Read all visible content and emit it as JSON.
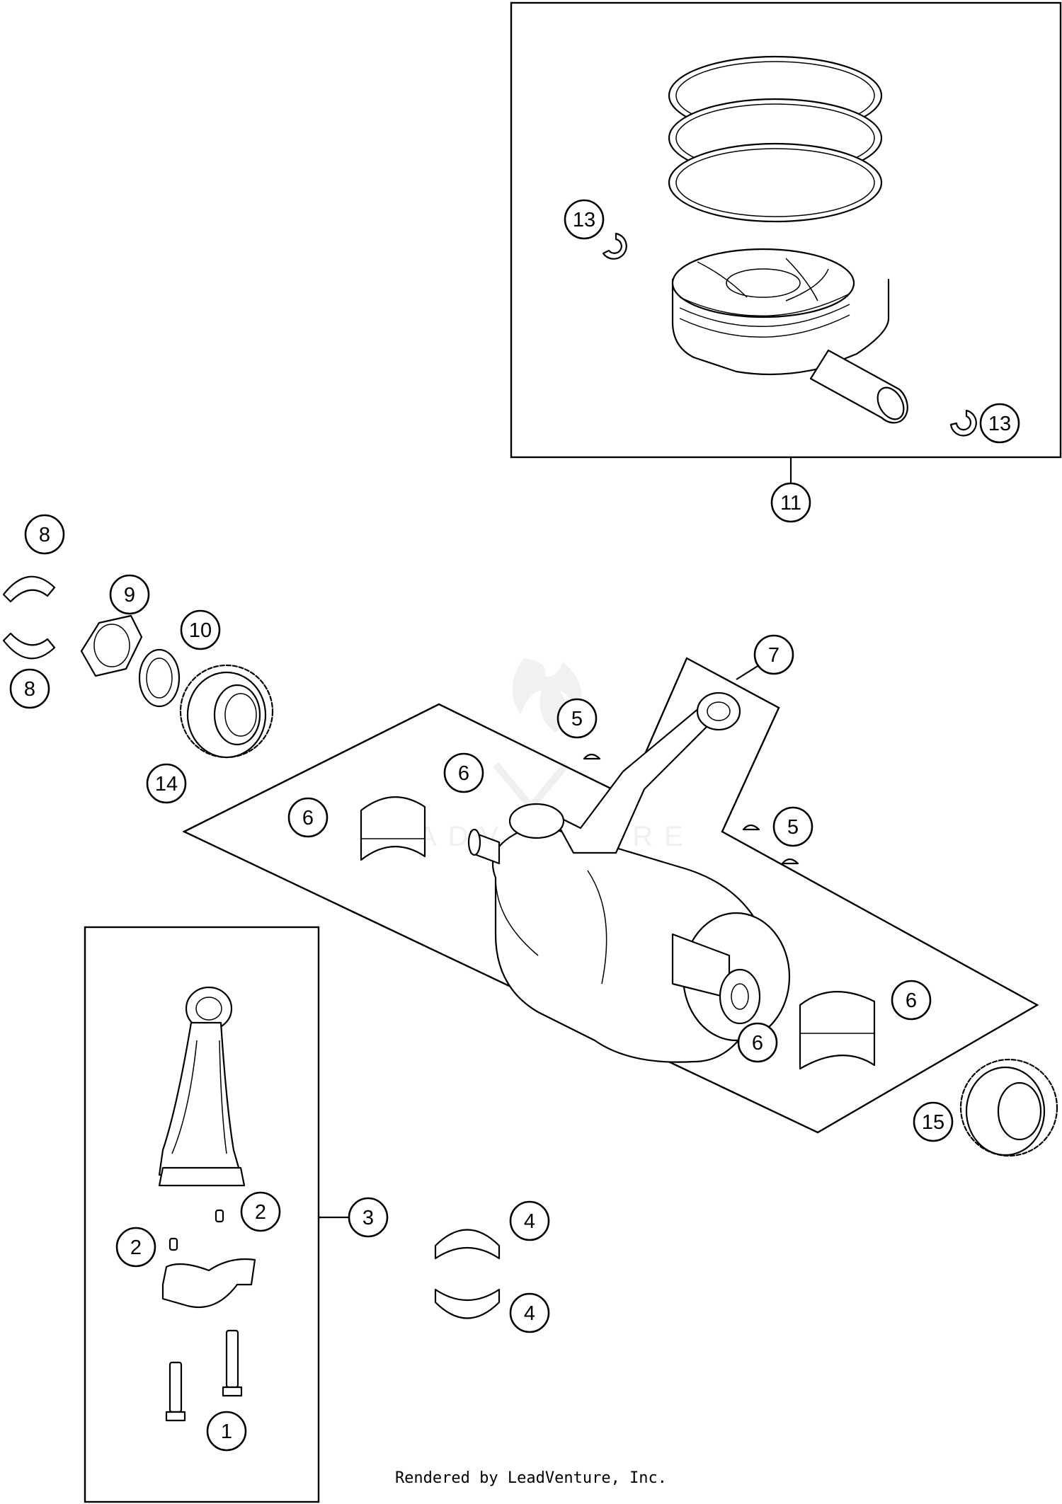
{
  "footer": {
    "credit": "Rendered by LeadVenture, Inc."
  },
  "watermark": {
    "text": "LEADVENTURE"
  },
  "parts": [
    {
      "id": "c1",
      "label": "1"
    },
    {
      "id": "c2a",
      "label": "2"
    },
    {
      "id": "c2b",
      "label": "2"
    },
    {
      "id": "c3",
      "label": "3"
    },
    {
      "id": "c4a",
      "label": "4"
    },
    {
      "id": "c4b",
      "label": "4"
    },
    {
      "id": "c5a",
      "label": "5"
    },
    {
      "id": "c5b",
      "label": "5"
    },
    {
      "id": "c6a",
      "label": "6"
    },
    {
      "id": "c6b",
      "label": "6"
    },
    {
      "id": "c6c",
      "label": "6"
    },
    {
      "id": "c6d",
      "label": "6"
    },
    {
      "id": "c7",
      "label": "7"
    },
    {
      "id": "c8a",
      "label": "8"
    },
    {
      "id": "c8b",
      "label": "8"
    },
    {
      "id": "c9",
      "label": "9"
    },
    {
      "id": "c10",
      "label": "10"
    },
    {
      "id": "c11",
      "label": "11"
    },
    {
      "id": "c13a",
      "label": "13"
    },
    {
      "id": "c13b",
      "label": "13"
    },
    {
      "id": "c14",
      "label": "14"
    },
    {
      "id": "c15",
      "label": "15"
    }
  ]
}
